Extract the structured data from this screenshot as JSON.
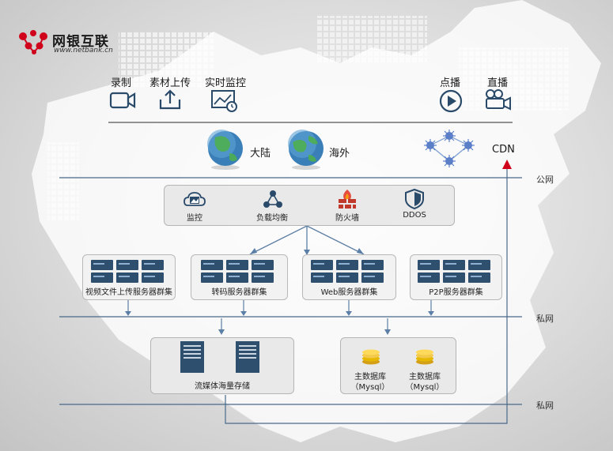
{
  "brand": {
    "name": "网银互联",
    "url": "www.netbank.cn"
  },
  "sources": [
    {
      "label": "录制",
      "icon": "camera-icon"
    },
    {
      "label": "素材上传",
      "icon": "upload-icon"
    },
    {
      "label": "实时监控",
      "icon": "monitor-icon"
    },
    {
      "label": "点播",
      "icon": "play-icon"
    },
    {
      "label": "直播",
      "icon": "video-camera-icon"
    }
  ],
  "regions": {
    "mainland": "大陆",
    "overseas": "海外"
  },
  "cdn": "CDN",
  "networks": {
    "public": "公网",
    "private1": "私网",
    "private2": "私网"
  },
  "security": [
    {
      "label": "监控",
      "icon": "image-cloud-icon"
    },
    {
      "label": "负载均衡",
      "icon": "load-balance-icon"
    },
    {
      "label": "防火墙",
      "icon": "firewall-icon"
    },
    {
      "label": "DDOS",
      "icon": "shield-icon"
    }
  ],
  "clusters": [
    {
      "label": "视频文件上传服务器群集"
    },
    {
      "label": "转码服务器群集"
    },
    {
      "label": "Web服务器群集"
    },
    {
      "label": "P2P服务器群集"
    }
  ],
  "storage": {
    "media": "流媒体海量存储",
    "db1_line1": "主数据库",
    "db1_line2": "（Mysql）",
    "db2_line1": "主数据库",
    "db2_line2": "（Mysql）"
  },
  "colors": {
    "line": "#4a6a8a",
    "arrow": "#5b7fa6",
    "cdn_arrow": "#d0021b",
    "logo": "#d0021b",
    "server": "#2f4f6f"
  }
}
